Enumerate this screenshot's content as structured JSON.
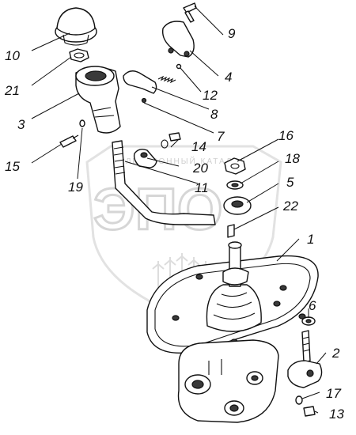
{
  "diagram": {
    "watermark": {
      "letters": "ЭПО",
      "caption": "ЭЛЕКТРОННЫЙ КАТАЛОГ"
    },
    "callouts": [
      {
        "id": "c1",
        "label": "1"
      },
      {
        "id": "c2",
        "label": "2"
      },
      {
        "id": "c3",
        "label": "3"
      },
      {
        "id": "c4",
        "label": "4"
      },
      {
        "id": "c5",
        "label": "5"
      },
      {
        "id": "c6",
        "label": "6"
      },
      {
        "id": "c7",
        "label": "7"
      },
      {
        "id": "c8",
        "label": "8"
      },
      {
        "id": "c9",
        "label": "9"
      },
      {
        "id": "c10",
        "label": "10"
      },
      {
        "id": "c11",
        "label": "11"
      },
      {
        "id": "c12",
        "label": "12"
      },
      {
        "id": "c13",
        "label": "13"
      },
      {
        "id": "c14",
        "label": "14"
      },
      {
        "id": "c15",
        "label": "15"
      },
      {
        "id": "c16",
        "label": "16"
      },
      {
        "id": "c17",
        "label": "17"
      },
      {
        "id": "c18",
        "label": "18"
      },
      {
        "id": "c19",
        "label": "19"
      },
      {
        "id": "c20",
        "label": "20"
      },
      {
        "id": "c21",
        "label": "21"
      },
      {
        "id": "c22",
        "label": "22"
      }
    ]
  }
}
